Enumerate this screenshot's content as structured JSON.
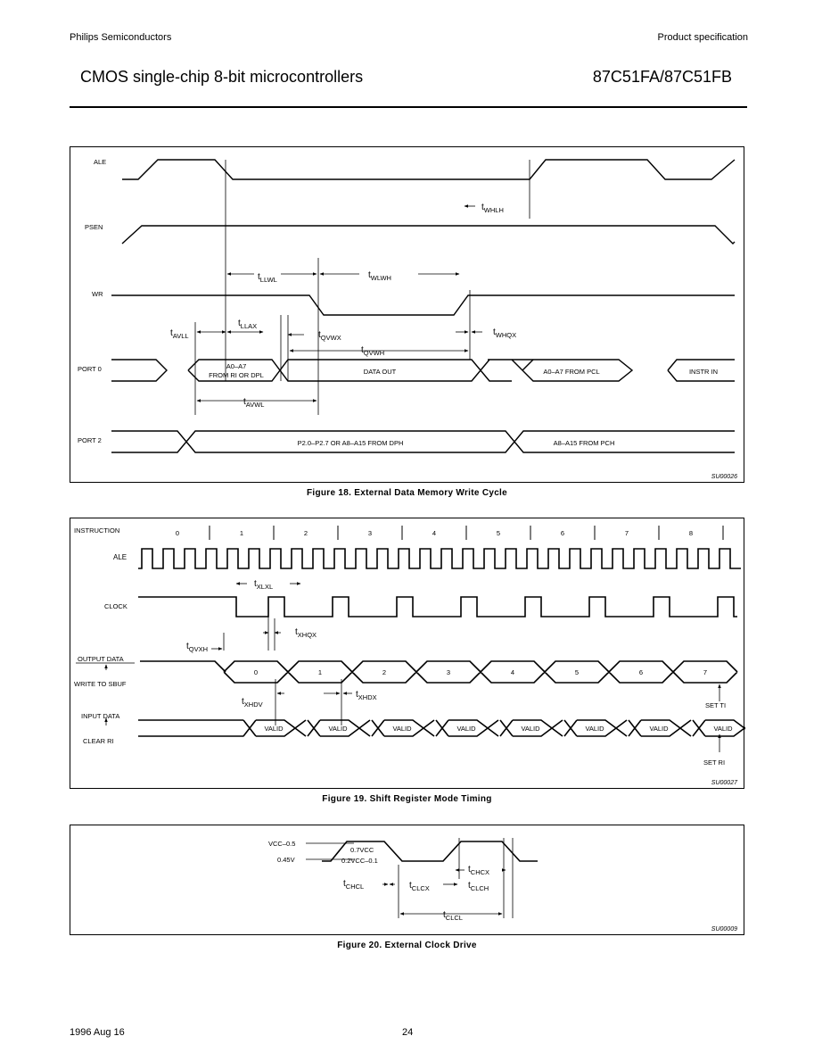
{
  "header": {
    "company": "Philips Semiconductors",
    "spec": "Product specification",
    "title": "CMOS single-chip 8-bit microcontrollers",
    "part": "87C51FA/87C51FB"
  },
  "fig18": {
    "caption": "Figure 18.  External Data Memory Write Cycle",
    "id": "SU00026",
    "signals": {
      "ale": "ALE",
      "psen": "PSEN",
      "wr": "WR",
      "port0": "PORT 0",
      "port2": "PORT 2"
    },
    "params": {
      "whlh": {
        "t": "t",
        "sub": "WHLH"
      },
      "llwl": {
        "t": "t",
        "sub": "LLWL"
      },
      "wlwh": {
        "t": "t",
        "sub": "WLWH"
      },
      "avll": {
        "t": "t",
        "sub": "AVLL"
      },
      "llax": {
        "t": "t",
        "sub": "LLAX"
      },
      "qvwx": {
        "t": "t",
        "sub": "QVWX"
      },
      "qvwh": {
        "t": "t",
        "sub": "QVWH"
      },
      "whqx": {
        "t": "t",
        "sub": "WHQX"
      },
      "avwl": {
        "t": "t",
        "sub": "AVWL"
      }
    },
    "port0_a": [
      "A0–A7",
      "FROM RI OR DPL"
    ],
    "port0_b": "DATA OUT",
    "port0_c": "A0–A7 FROM PCL",
    "port0_d": "INSTR IN",
    "port2_a": "P2.0–P2.7 OR A8–A15 FROM DPH",
    "port2_b": "A8–A15 FROM PCH"
  },
  "fig19": {
    "caption": "Figure 19.  Shift Register Mode Timing",
    "id": "SU00027",
    "instruction_label": "INSTRUCTION",
    "instruction_numbers": [
      "0",
      "1",
      "2",
      "3",
      "4",
      "5",
      "6",
      "7",
      "8"
    ],
    "ale": "ALE",
    "clock": "CLOCK",
    "output_data": "OUTPUT DATA",
    "write_to_sbuf": "WRITE TO SBUF",
    "input_data": "INPUT DATA",
    "clear_ri": "CLEAR RI",
    "output_bits": [
      "0",
      "1",
      "2",
      "3",
      "4",
      "5",
      "6",
      "7"
    ],
    "valid": "VALID",
    "set_ti": "SET TI",
    "set_ri": "SET RI",
    "params": {
      "xlxl": {
        "t": "t",
        "sub": "XLXL"
      },
      "qvxh": {
        "t": "t",
        "sub": "QVXH"
      },
      "xhqx": {
        "t": "t",
        "sub": "XHQX"
      },
      "xhdv": {
        "t": "t",
        "sub": "XHDV"
      },
      "xhdx": {
        "t": "t",
        "sub": "XHDX"
      }
    }
  },
  "fig20": {
    "caption": "Figure 20.  External Clock Drive",
    "id": "SU00009",
    "vcc_label": "VCC–0.5",
    "v045": "0.45V",
    "v07": "0.7VCC",
    "v02": "0.2VCC–0.1",
    "params": {
      "chcl": {
        "t": "t",
        "sub": "CHCL"
      },
      "clcx": {
        "t": "t",
        "sub": "CLCX"
      },
      "chcx": {
        "t": "t",
        "sub": "CHCX"
      },
      "clch": {
        "t": "t",
        "sub": "CLCH"
      },
      "clcl": {
        "t": "t",
        "sub": "CLCL"
      }
    }
  },
  "footer": {
    "date": "1996 Aug 16",
    "page": "24"
  }
}
